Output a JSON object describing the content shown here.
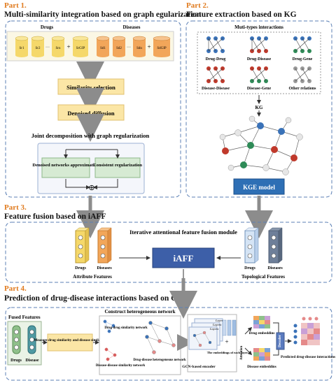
{
  "colors": {
    "part_orange": "#e07b1f",
    "yellow_cyl": "#f5d86a",
    "orange_cyl": "#f2a65a",
    "green_box": "#d6ead3",
    "kge_blue": "#2e6fb5",
    "iaff_blue": "#3d5fa8",
    "arrow_gray": "#8c8c8c",
    "dash_border": "#5b7fb5"
  },
  "part1": {
    "label": "Part 1.",
    "title": "Multi-similarity integration based on graph egularization",
    "drugs_label": "Drugs",
    "diseases_label": "Diseases",
    "drug_cyls": [
      "Sr1",
      "Sr2",
      "Srn",
      "SrGIP"
    ],
    "disease_cyls": [
      "Sd1",
      "Sd2",
      "Sdn",
      "SdGIP"
    ],
    "plus": "+",
    "dash": "···",
    "similarity_selection": "Similarity selection",
    "denoised_diffusion": "Denoised diffusion",
    "joint_decomp": "Joint decomposition with graph regularization",
    "denoised_networks": "Denoised networks approximation",
    "consistent_reg": "Consistent regularization",
    "oplus": "⊕"
  },
  "part2": {
    "label": "Part 2.",
    "title": "Feature extraction based on KG",
    "interactions_title": "Muti-types interactions",
    "relations": [
      "Drug-Drug",
      "Drug-Disease",
      "Drug-Gene",
      "Disease-Disease",
      "Disease-Gene",
      "Other relations"
    ],
    "kg_label": "KG",
    "kge_model": "KGE model"
  },
  "part3": {
    "label": "Part 3.",
    "title": "Feature fusion based on iAFF",
    "iaff_module": "Iterative attentional feature fusion module",
    "iaff": "iAFF",
    "drugs": "Drugs",
    "diseases": "Diseases",
    "attribute_features": "Attribute Features",
    "topological_features": "Topological Features"
  },
  "part4": {
    "label": "Part 4.",
    "title": "Prediction of drug-disease interactions based on GCN",
    "fused_features": "Fused Features",
    "drugs": "Drugs",
    "disease": "Disease",
    "measure": "Measure drug similarity and disease similarity",
    "construct": "Construct heterogeneous network",
    "drug_drug_net": "Drug-drug similarity network",
    "disease_disease_net": "Disease-disease similarity network",
    "hetero_net": "Drug-disease heterogeneous network",
    "layers": "Layers",
    "embeddings_each_layer": "The embeddings of each layer",
    "attention": "Attention",
    "gcn_encoder": "GCN-based encoder",
    "drug_embeddings": "Drug embeddins",
    "disease_embeddings": "Disease embeddins",
    "decoder": "Decoder",
    "predicted": "Predicted drug-disease interactions",
    "plus": "+"
  }
}
